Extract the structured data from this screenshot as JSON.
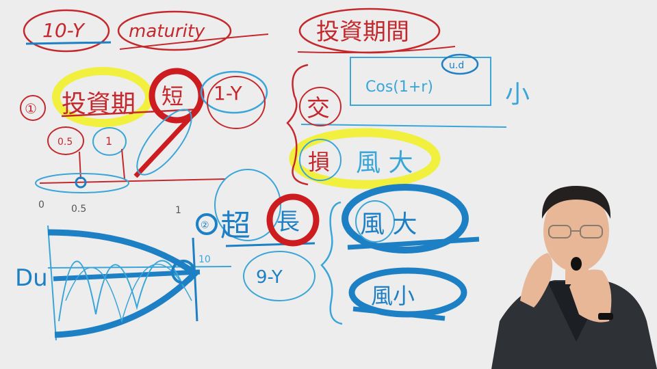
{
  "board": {
    "top_left_label": "10-Y",
    "maturity_label": "maturity",
    "top_right_label": "投資期間",
    "row1_index": "①",
    "invest_period": "投資期",
    "short_label": "短",
    "one_y_label": "1-Y",
    "small_half": "0.5",
    "small_one": "1",
    "formula_label": "Cos(1+r)",
    "formula_note": "u.d",
    "small_char": "小",
    "jiao_label": "交",
    "loss_label": "損",
    "risk_big_label": "風 大",
    "axis_zero": "0",
    "axis_half": "0.5",
    "axis_one": "1",
    "y_label": "Du",
    "row2_index": "②",
    "long_period": "超",
    "long_label": "長",
    "ten_label": "10",
    "nine_y_label": "9-Y",
    "big_risk_label": "風 大",
    "small_risk_label": "風小"
  },
  "colors": {
    "red": "#c4282c",
    "blue": "#1d7fc4",
    "light_blue": "#3aa5d8",
    "yellow": "#f2ef2b",
    "jacket": "#2e3136",
    "skin": "#e7b797"
  }
}
